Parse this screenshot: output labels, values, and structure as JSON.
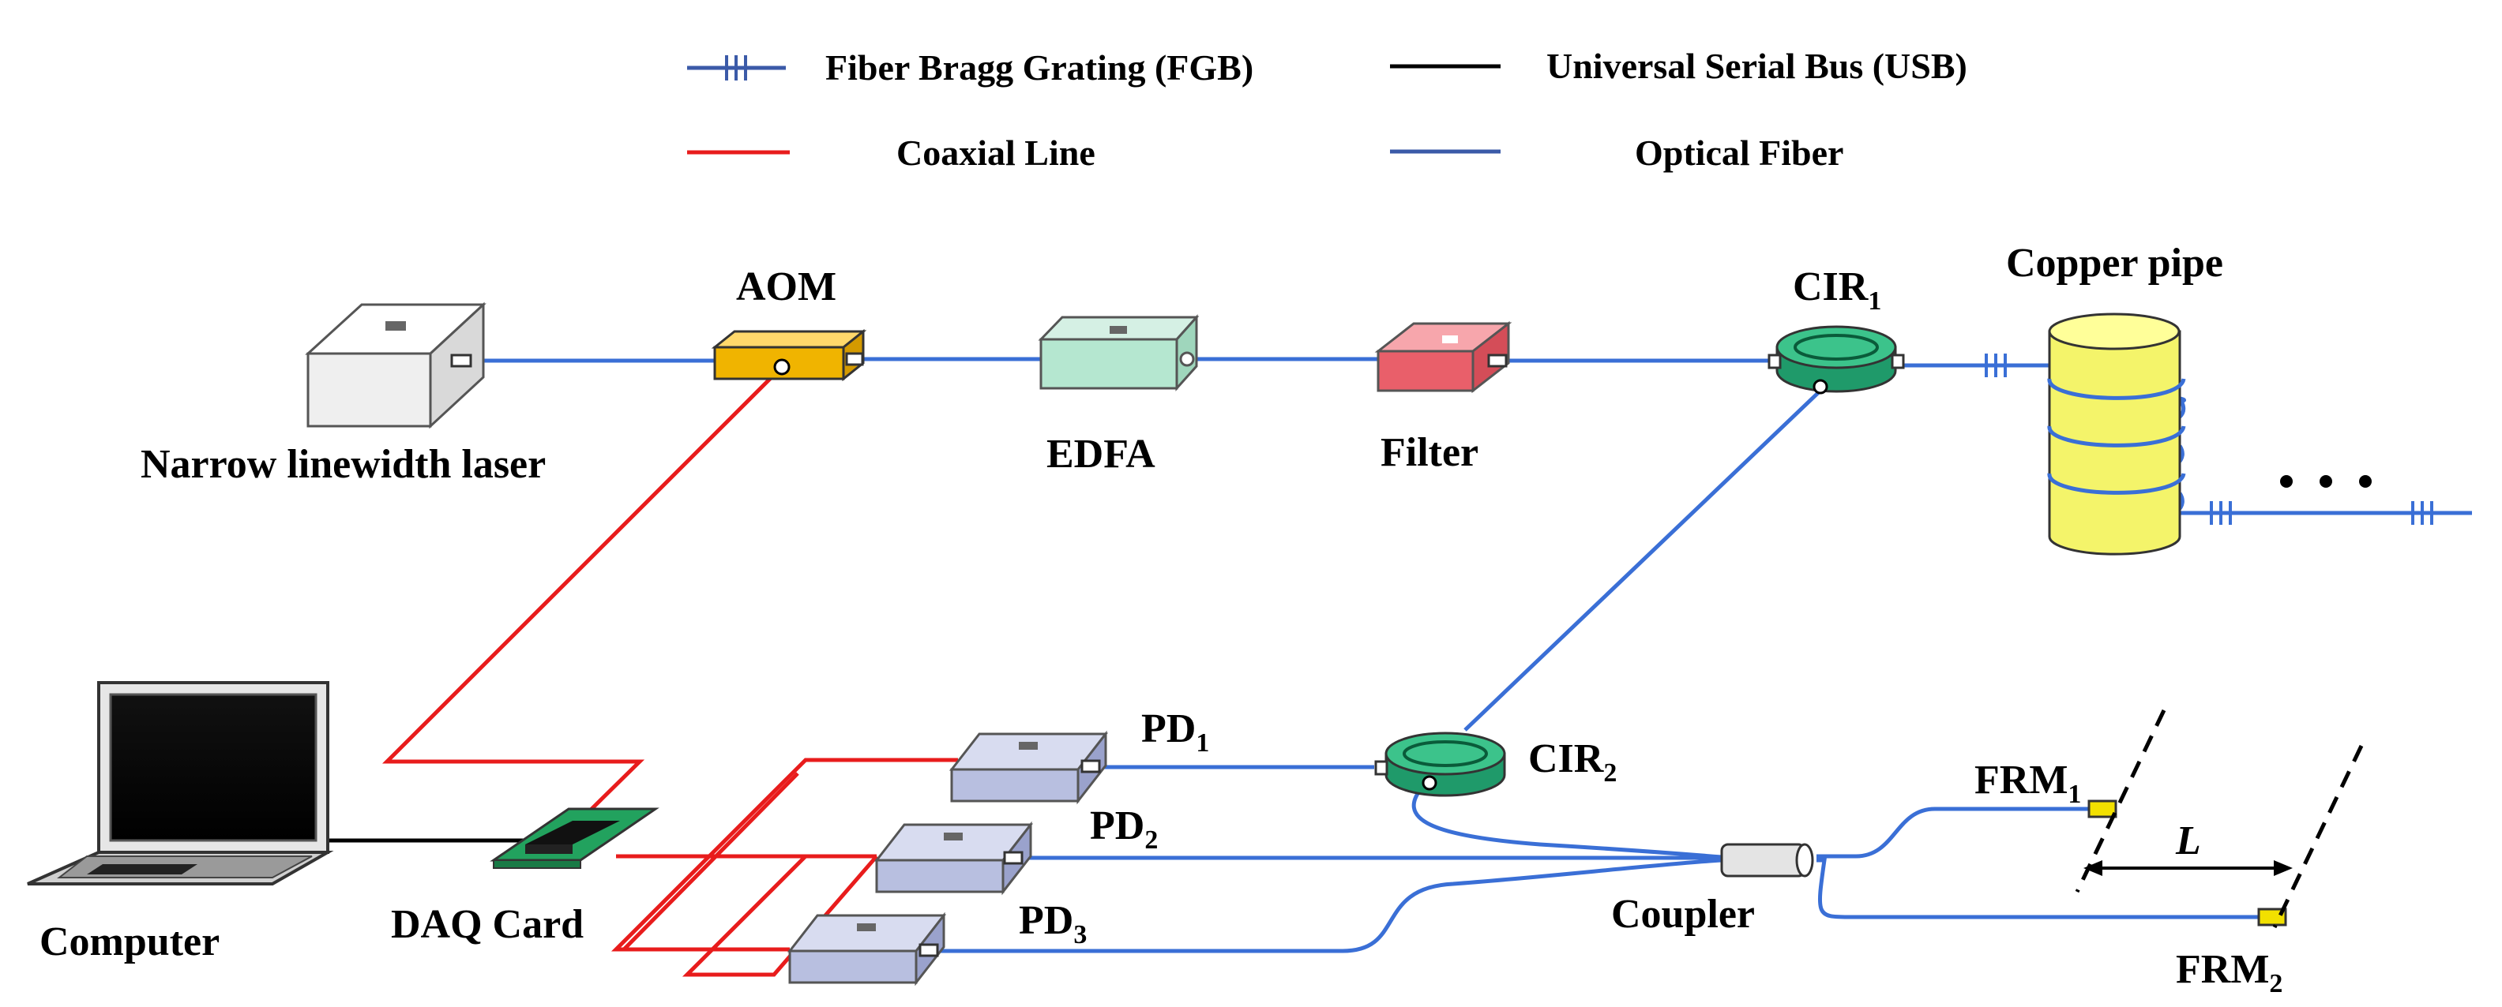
{
  "legend": {
    "fbg": "Fiber Bragg Grating (FGB)",
    "usb": "Universal Serial Bus (USB)",
    "coax": "Coaxial Line",
    "fiber": "Optical Fiber"
  },
  "labels": {
    "aom": "AOM",
    "laser": "Narrow linewidth laser",
    "edfa": "EDFA",
    "filter": "Filter",
    "cir1_main": "CIR",
    "cir1_sub": "1",
    "copper_pipe": "Copper pipe",
    "computer": "Computer",
    "daq": "DAQ Card",
    "pd1_main": "PD",
    "pd1_sub": "1",
    "pd2_main": "PD",
    "pd2_sub": "2",
    "pd3_main": "PD",
    "pd3_sub": "3",
    "cir2_main": "CIR",
    "cir2_sub": "2",
    "coupler": "Coupler",
    "frm1_main": "FRM",
    "frm1_sub": "1",
    "frm2_main": "FRM",
    "frm2_sub": "2",
    "length": "L"
  },
  "colors": {
    "fiber": "#3a6fd6",
    "coax": "#e81c1c",
    "usb": "#000000",
    "legend_fiber": "#3b5aa8"
  }
}
